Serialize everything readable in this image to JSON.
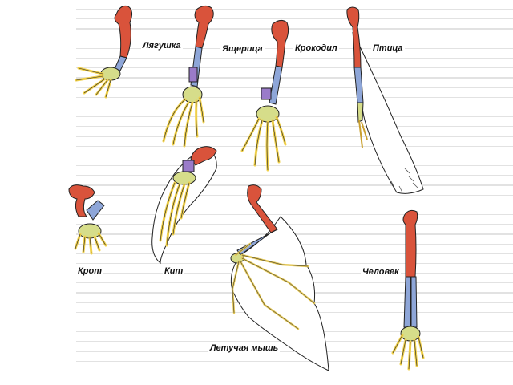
{
  "labels": {
    "frog": "Лягушка",
    "lizard": "Ящерица",
    "crocodile": "Крокодил",
    "bird": "Птица",
    "mole": "Крот",
    "whale": "Кит",
    "human": "Человек",
    "bat": "Летучая мышь"
  },
  "colors": {
    "humerus": "#d9533b",
    "radius_ulna": "#8ea6d8",
    "carpals": "#d6dd8a",
    "carpal_accent": "#9a7bc9",
    "digits": "#f0d04a",
    "outline": "#222222",
    "membrane": "#ffffff"
  }
}
